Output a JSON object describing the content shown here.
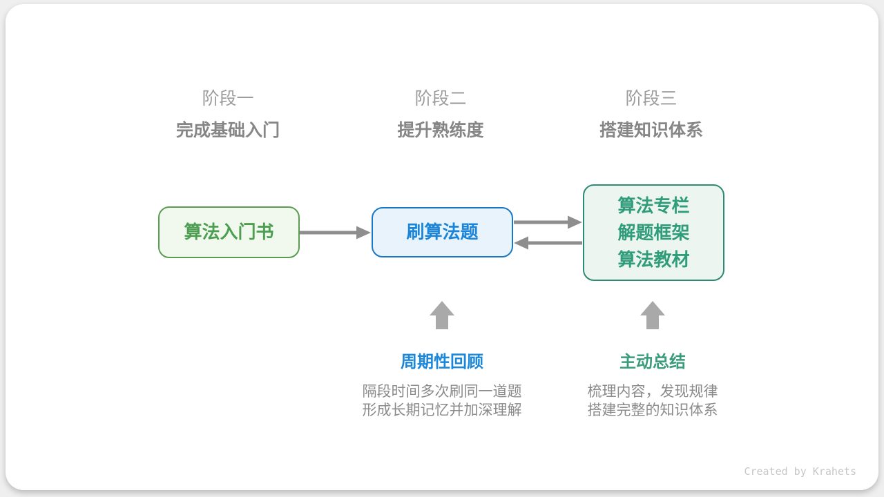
{
  "page": {
    "credit": "Created by Krahets"
  },
  "stages": [
    {
      "label": "阶段一",
      "subtitle": "完成基础入门"
    },
    {
      "label": "阶段二",
      "subtitle": "提升熟练度"
    },
    {
      "label": "阶段三",
      "subtitle": "搭建知识体系"
    }
  ],
  "nodes": [
    {
      "id": "algorithm-intro-book",
      "lines": [
        "算法入门书"
      ],
      "border_color": "#5b9b52",
      "bg_color": "#f1f8ee",
      "text_color": "#4c9e50"
    },
    {
      "id": "practice-problems",
      "lines": [
        "刷算法题"
      ],
      "border_color": "#1778c8",
      "bg_color": "#e9f3fb",
      "text_color": "#1b86d9"
    },
    {
      "id": "knowledge-resources",
      "lines": [
        "算法专栏",
        "解题框架",
        "算法教材"
      ],
      "border_color": "#2d8a73",
      "bg_color": "#ecf5f0",
      "text_color": "#2f9c7a"
    }
  ],
  "arrows": [
    {
      "id": "arrow-intro-to-practice",
      "direction": "right",
      "from": "算法入门书",
      "to": "刷算法题"
    },
    {
      "id": "arrow-practice-to-resources",
      "direction": "right",
      "from": "刷算法题",
      "to": "算法专栏/解题框架/算法教材"
    },
    {
      "id": "arrow-resources-to-practice",
      "direction": "left",
      "from": "算法专栏/解题框架/算法教材",
      "to": "刷算法题"
    },
    {
      "id": "up-arrow-review",
      "direction": "up",
      "from": "周期性回顾",
      "to": "刷算法题"
    },
    {
      "id": "up-arrow-summarize",
      "direction": "up",
      "from": "主动总结",
      "to": "算法专栏/解题框架/算法教材"
    }
  ],
  "annotations": [
    {
      "title": "周期性回顾",
      "title_color": "#1b87da",
      "lines": [
        "隔段时间多次刷同一道题",
        "形成长期记忆并加深理解"
      ]
    },
    {
      "title": "主动总结",
      "title_color": "#3a9c7c",
      "lines": [
        "梳理内容，发现规律",
        "搭建完整的知识体系"
      ]
    }
  ],
  "colors": {
    "horizontal_arrow": "#8e8e8e",
    "up_arrow": "#a9a9a9",
    "stage_label": "#9d9d9d",
    "stage_subtitle": "#868686",
    "description_text": "#8b8b8b",
    "credit_text": "#c7c7c7",
    "card_bg": "#ffffff",
    "page_bg": "#efefef"
  }
}
